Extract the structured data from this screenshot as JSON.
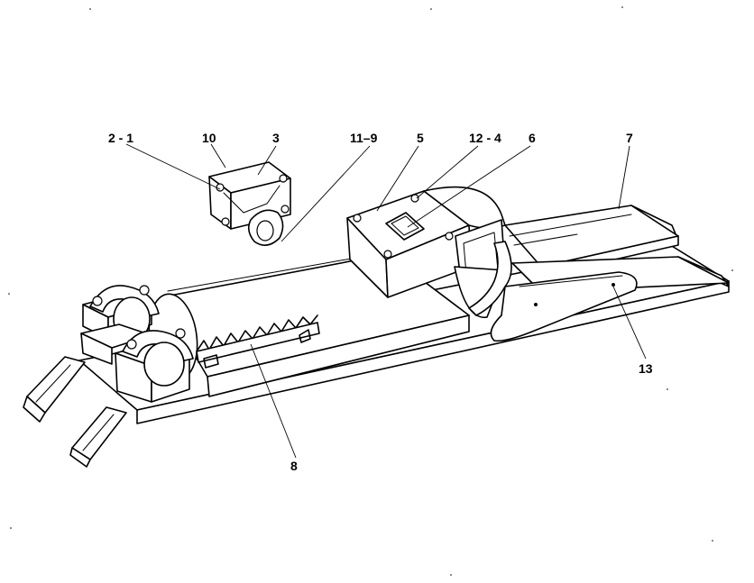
{
  "diagram": {
    "callouts": [
      {
        "id": "c-2-1",
        "text": "2 - 1"
      },
      {
        "id": "c-10",
        "text": "10"
      },
      {
        "id": "c-3",
        "text": "3"
      },
      {
        "id": "c-11-9",
        "text": "11–9"
      },
      {
        "id": "c-5",
        "text": "5"
      },
      {
        "id": "c-12-4",
        "text": "12 - 4"
      },
      {
        "id": "c-6",
        "text": "6"
      },
      {
        "id": "c-7",
        "text": "7"
      },
      {
        "id": "c-13",
        "text": "13"
      },
      {
        "id": "c-8",
        "text": "8"
      }
    ]
  }
}
